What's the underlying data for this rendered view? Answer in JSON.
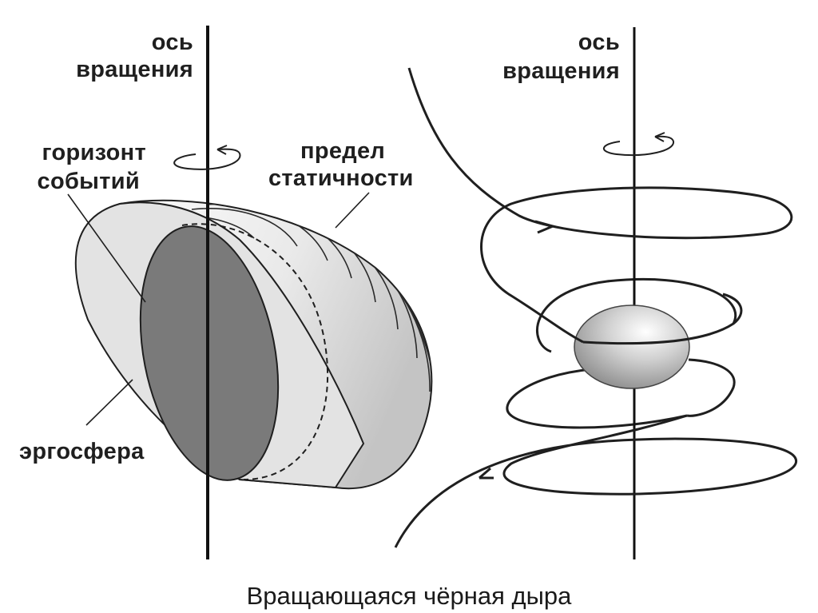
{
  "left_diagram": {
    "axis_label_line1": "ось",
    "axis_label_line2": "вращения",
    "horizon_label_line1": "горизонт",
    "horizon_label_line2": "событий",
    "limit_label_line1": "предел",
    "limit_label_line2": "статичности",
    "ergosphere_label": "эргосфера"
  },
  "right_diagram": {
    "axis_label_line1": "ось",
    "axis_label_line2": "вращения"
  },
  "caption": "Вращающаяся чёрная дыра",
  "colors": {
    "ink": "#1f1f1f",
    "ergosphere_fill": "#e3e3e3",
    "horizon_fill": "#7a7a7a",
    "shell_light": "#f7f7f7",
    "shell_dark": "#c9c9c9"
  }
}
